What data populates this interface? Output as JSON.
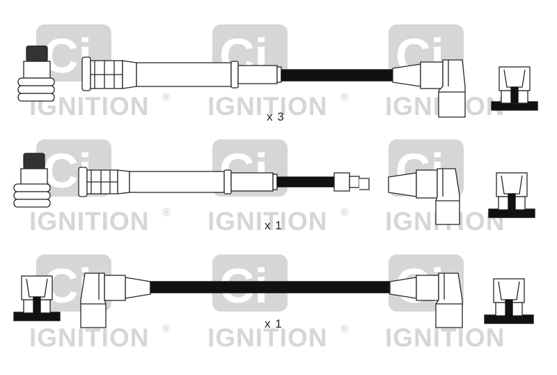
{
  "watermark": {
    "logo_text": "Ci",
    "brand_text": "IGNITION",
    "registered_mark": "®",
    "color": "#d6d6d6"
  },
  "rows": [
    {
      "quantity_label": "x 3"
    },
    {
      "quantity_label": "x 1"
    },
    {
      "quantity_label": "x 1"
    }
  ],
  "colors": {
    "line": "#222222",
    "cable": "#111111",
    "background": "#ffffff"
  }
}
